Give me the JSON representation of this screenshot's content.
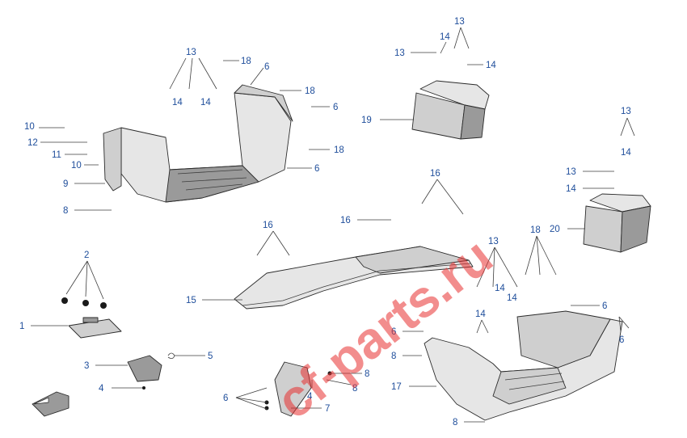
{
  "watermark": "cf-parts.ru",
  "colors": {
    "label": "#1f4e9b",
    "watermark": "#e83030",
    "part_fill": "#cfcfcf",
    "outline": "#2a2a2a"
  },
  "parts": [
    {
      "id": "front-left-footwell",
      "labels": [
        "13",
        "18",
        "6",
        "14",
        "14",
        "18",
        "6",
        "10",
        "12",
        "11",
        "10",
        "18",
        "9",
        "6",
        "8"
      ]
    },
    {
      "id": "center-console-top",
      "labels": [
        "13",
        "14",
        "13",
        "14",
        "19"
      ]
    },
    {
      "id": "rear-console",
      "labels": [
        "13",
        "14",
        "13",
        "14",
        "20"
      ]
    },
    {
      "id": "floor-panel",
      "labels": [
        "16",
        "16",
        "16",
        "15"
      ]
    },
    {
      "id": "bracket-set",
      "labels": [
        "2",
        "1"
      ]
    },
    {
      "id": "small-clip-set",
      "labels": [
        "3",
        "5",
        "4"
      ]
    },
    {
      "id": "mount-bracket",
      "labels": [
        "8",
        "8",
        "4",
        "6",
        "7"
      ]
    },
    {
      "id": "front-right-footwell",
      "labels": [
        "13",
        "18",
        "14",
        "14",
        "14",
        "6",
        "6",
        "6",
        "8",
        "17",
        "8"
      ]
    }
  ]
}
